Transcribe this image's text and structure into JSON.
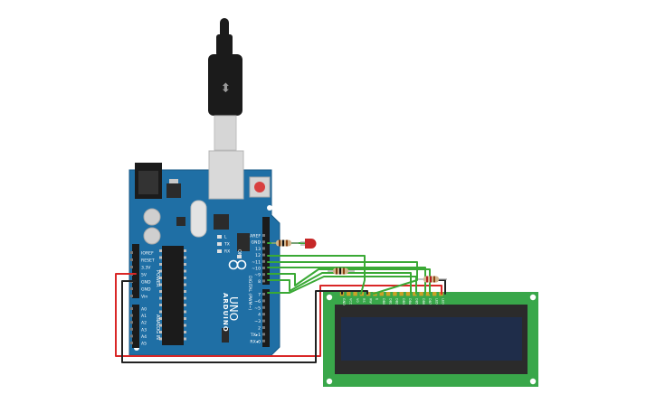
{
  "board": {
    "brand": "ARDUINO",
    "model": "UNO",
    "power_header": "POWER",
    "analog_header": "ANALOG IN",
    "digital_header": "DIGITAL (PWM~)",
    "power_pins": [
      "IOREF",
      "RESET",
      "3.3V",
      "5V",
      "GND",
      "GND",
      "Vin"
    ],
    "analog_pins": [
      "A0",
      "A1",
      "A2",
      "A3",
      "A4",
      "A5"
    ],
    "digital_top_pins": [
      "AREF",
      "GND",
      "13",
      "12",
      "~11",
      "~10",
      "~9",
      "8"
    ],
    "digital_bottom_pins": [
      "7",
      "~6",
      "~5",
      "4",
      "~3",
      "2",
      "TX▸1",
      "RX◂0"
    ],
    "led_labels": [
      "L",
      "TX",
      "RX"
    ],
    "on_label": "ON"
  },
  "lcd": {
    "pin_labels": [
      "GND",
      "VCC",
      "V0",
      "RS",
      "RW",
      "E",
      "DB0",
      "DB1",
      "DB2",
      "DB3",
      "DB4",
      "DB5",
      "DB6",
      "DB7",
      "LED",
      "LED"
    ]
  },
  "colors": {
    "board": "#1f6fa5",
    "board_edge": "#185a87",
    "lcd_board": "#39a74a",
    "lcd_frame": "#2b2b2b",
    "lcd_screen": "#1f2d4a",
    "wire_green": "#3aa935",
    "wire_red": "#d92727",
    "wire_black": "#222222",
    "led": "#c62828",
    "usb": "#1b1b1b"
  }
}
